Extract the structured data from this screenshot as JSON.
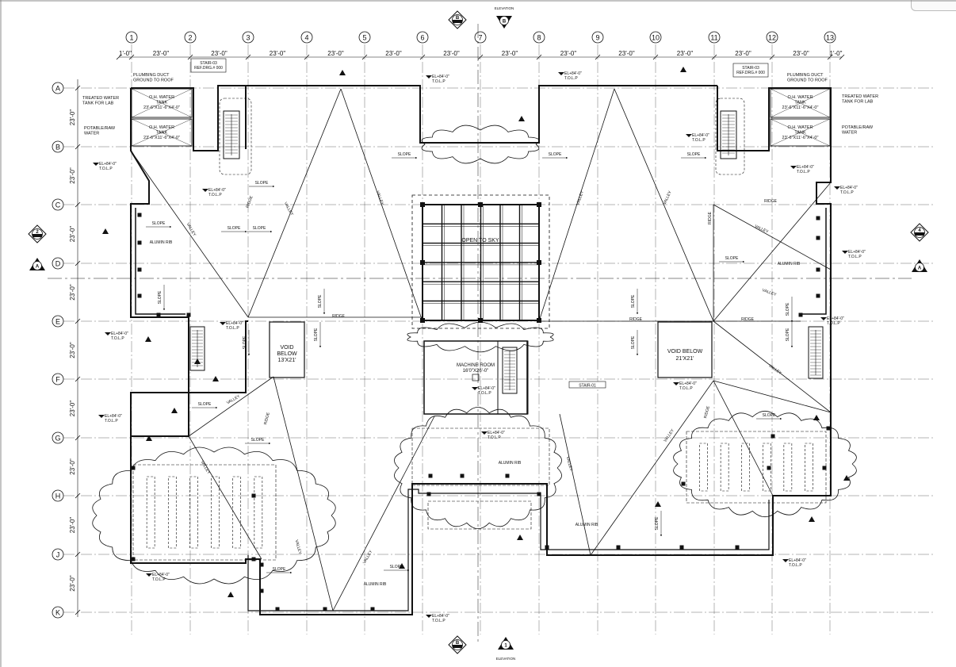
{
  "grid": {
    "columns": [
      "1",
      "2",
      "3",
      "4",
      "5",
      "6",
      "7",
      "8",
      "9",
      "10",
      "11",
      "12",
      "13"
    ],
    "rows": [
      "A",
      "B",
      "C",
      "D",
      "E",
      "F",
      "G",
      "H",
      "J",
      "K"
    ],
    "col_spacing_labels": [
      "1'-0\"",
      "23'-0\"",
      "23'-0\"",
      "23'-0\"",
      "23'-0\"",
      "23'-0\"",
      "23'-0\"",
      "23'-0\"",
      "23'-0\"",
      "23'-0\"",
      "23'-0\"",
      "23'-0\"",
      "23'-0\"",
      "1'-0\""
    ],
    "row_spacing_label": "23'-0\""
  },
  "rooms": {
    "open_to_sky": "OPEN TO SKY",
    "void_left": [
      "VOID",
      "BELOW",
      "13'X21'"
    ],
    "void_right": [
      "VOID BELOW",
      "21'X21'"
    ],
    "machine_room": [
      "MACHINE ROOM",
      "16'0\"X26'-0\""
    ]
  },
  "tanks": {
    "left_top": [
      "O.H. WATER",
      "TANK",
      "23'-6\"X11'-6\"X4'-0\""
    ],
    "left_bottom": [
      "O.H. WATER",
      "TANK",
      "23'-6\"X11'-6\"X4'-0\""
    ],
    "right_top": [
      "O.H. WATER",
      "TANK",
      "23'-6\"X11'-6\"X4'-0\""
    ],
    "right_bottom": [
      "O.H. WATER",
      "TANK",
      "23'-6\"X11'-6\"X4'-0\""
    ]
  },
  "notes": {
    "treated_water_left": [
      "TREATED WATER",
      "TANK FOR LAB"
    ],
    "potable_water_left": [
      "POTABLE/RAW",
      "WATER"
    ],
    "plumbing_left": [
      "PLUMBING DUCT",
      "GROUND TO ROOF"
    ],
    "stair_ref_left": [
      "STAIR-03",
      "REF.DRG.# 000"
    ],
    "stair_ref_right": [
      "STAIR-03",
      "REF.DRG.# 000"
    ],
    "plumbing_right": [
      "PLUMBING DUCT",
      "GROUND TO ROOF"
    ],
    "treated_water_right": [
      "TREATED WATER",
      "TANK FOR LAB"
    ],
    "potable_water_right": [
      "POTABLE/RAW",
      "WATER"
    ],
    "stair01": "STAIR-01"
  },
  "labels": {
    "slope": "SLOPE",
    "ridge": "RIDGE",
    "valley": "VALLEY",
    "alumin_rib": "ALUMIN RIB",
    "level": "EL+84'-0\"",
    "tolp": "T.O.L.P"
  },
  "callouts": {
    "top_b": "B",
    "top_b2": "B",
    "left_2": "2",
    "left_a": "A",
    "right_4": "4",
    "right_a": "A",
    "bottom_b": "B",
    "bottom_1": "1",
    "elevation": "ELEVATION"
  }
}
